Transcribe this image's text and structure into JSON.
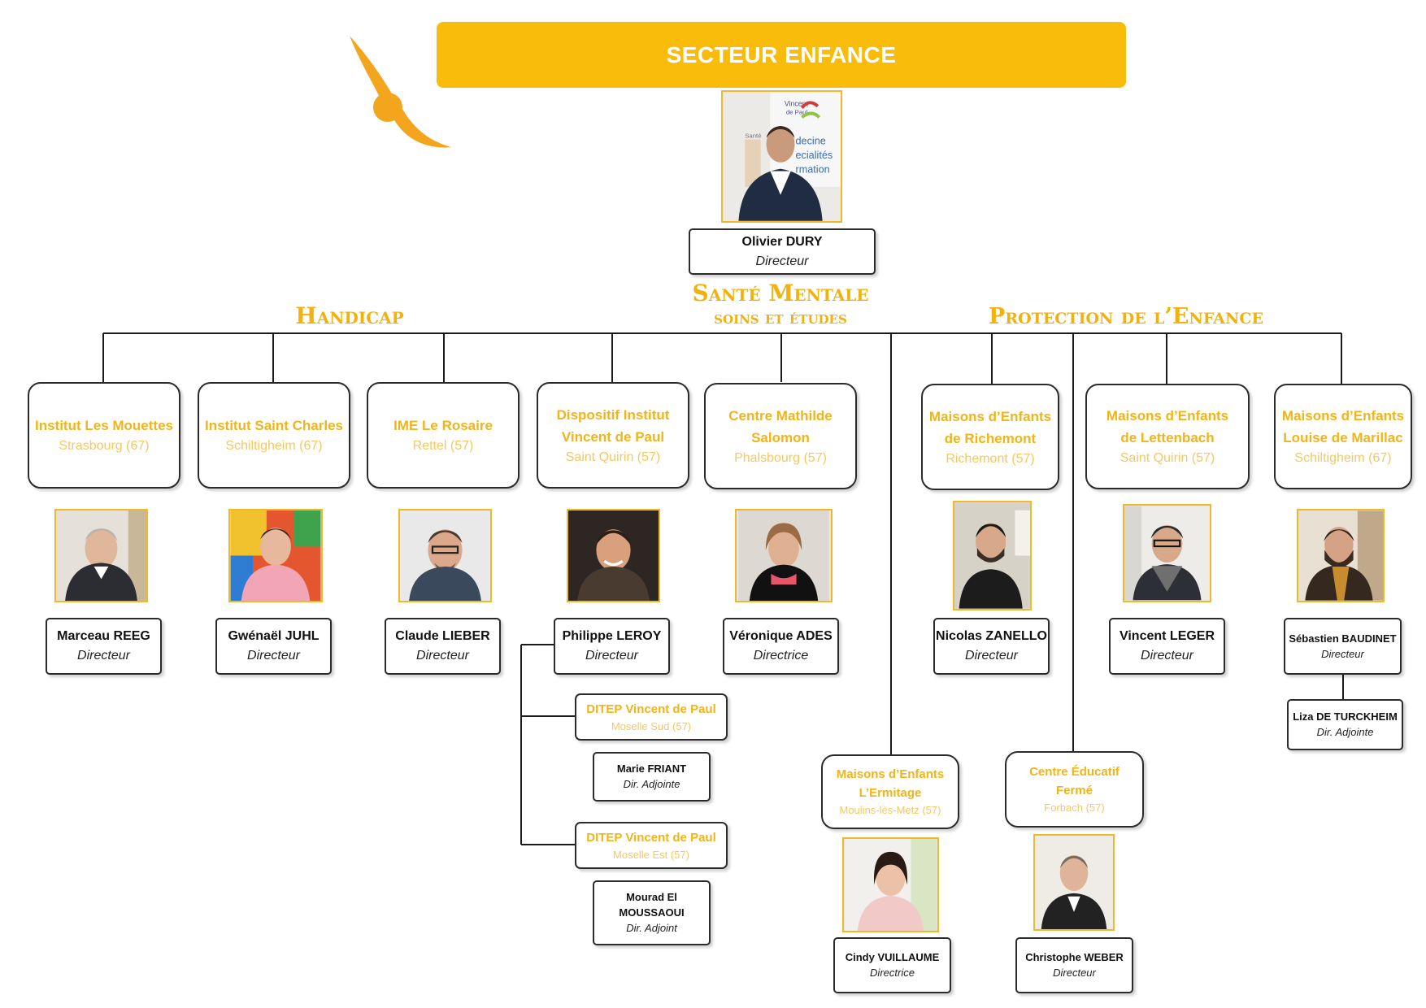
{
  "header": {
    "title": "SECTEUR ENFANCE"
  },
  "director": {
    "name": "Olivier DURY",
    "role": "Directeur"
  },
  "sectors": {
    "handicap": "Handicap",
    "sante_line1": "Santé Mentale",
    "sante_line2": "soins et études",
    "protection": "Protection de l’Enfance"
  },
  "services": [
    {
      "name": "Institut Les Mouettes",
      "location": "Strasbourg (67)"
    },
    {
      "name": "Institut Saint Charles",
      "location": "Schiltigheim (67)"
    },
    {
      "name": "IME Le Rosaire",
      "location": "Rettel (57)"
    },
    {
      "name": "Dispositif Institut\nVincent de Paul",
      "location": "Saint Quirin (57)"
    },
    {
      "name": "Centre Mathilde\nSalomon",
      "location": "Phalsbourg (57)"
    },
    {
      "name": "Maisons d’Enfants\nde Richemont",
      "location": "Richemont (57)"
    },
    {
      "name": "Maisons d’Enfants\nde Lettenbach",
      "location": "Saint Quirin (57)"
    },
    {
      "name": "Maisons d’Enfants\nLouise de Marillac",
      "location": "Schiltigheim (67)"
    }
  ],
  "persons": [
    {
      "name": "Marceau REEG",
      "role": "Directeur"
    },
    {
      "name": "Gwénaël JUHL",
      "role": "Directeur"
    },
    {
      "name": "Claude LIEBER",
      "role": "Directeur"
    },
    {
      "name": "Philippe LEROY",
      "role": "Directeur"
    },
    {
      "name": "Véronique ADES",
      "role": "Directrice"
    },
    {
      "name": "Nicolas ZANELLO",
      "role": "Directeur"
    },
    {
      "name": "Vincent LEGER",
      "role": "Directeur"
    },
    {
      "name": "Sébastien BAUDINET",
      "role": "Directeur"
    }
  ],
  "sub_units": [
    {
      "name": "DITEP Vincent de Paul",
      "location": "Moselle Sud (57)",
      "person_name": "Marie FRIANT",
      "person_role": "Dir. Adjointe"
    },
    {
      "name": "DITEP Vincent de Paul",
      "location": "Moselle Est (57)",
      "person_name": "Mourad El\nMOUSSAOUI",
      "person_role": "Dir. Adjoint"
    }
  ],
  "adjoint_marillac": {
    "name": "Liza DE TURCKHEIM",
    "role": "Dir. Adjointe"
  },
  "ermitage": {
    "name": "Maisons d’Enfants\nL’Ermitage",
    "location": "Moulins-lès-Metz (57)",
    "person_name": "Cindy VUILLAUME",
    "person_role": "Directrice"
  },
  "centre_educatif": {
    "name": "Centre Éducatif\nFermé",
    "location": "Forbach (57)",
    "person_name": "Christophe WEBER",
    "person_role": "Directeur"
  },
  "photo_poster_text": [
    "Vincent",
    "de Paul",
    "decine",
    "ecialités",
    "rmation",
    "Santé"
  ],
  "colors": {
    "accent": "#f9bc0a",
    "accent_text": "#f2b417",
    "location_text": "#f5c862",
    "line": "#1a1a1a",
    "logo": "#f3a51d"
  }
}
